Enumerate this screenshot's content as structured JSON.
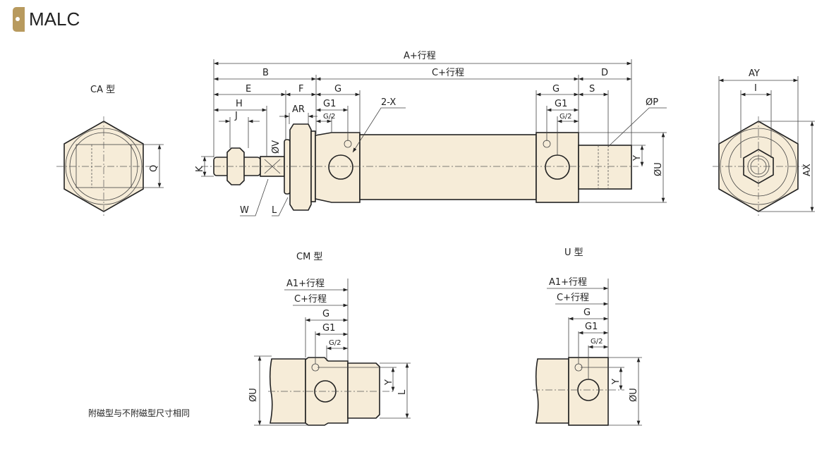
{
  "header": {
    "title": "MALC"
  },
  "views": {
    "ca": {
      "label": "CA 型",
      "q": "Q"
    },
    "main": {
      "a": "A+行程",
      "b": "B",
      "c": "C+行程",
      "d": "D",
      "e": "E",
      "f": "F",
      "g": "G",
      "g_right": "G",
      "s": "S",
      "h": "H",
      "j": "J",
      "g1": "G1",
      "g1_right": "G1",
      "g2": "G/2",
      "g2_right": "G/2",
      "ar": "AR",
      "v": "ØV",
      "k": "K",
      "x": "2-X",
      "p": "ØP",
      "y": "Y",
      "u": "ØU",
      "w": "W",
      "l": "L"
    },
    "end": {
      "ay": "AY",
      "i": "I",
      "ax": "AX"
    },
    "cm": {
      "label": "CM 型",
      "a1": "A1+行程",
      "c": "C+行程",
      "g": "G",
      "g1": "G1",
      "g2": "G/2",
      "u": "ØU",
      "y": "Y",
      "l": "L"
    },
    "u": {
      "label": "U 型",
      "a1": "A1+行程",
      "c": "C+行程",
      "g": "G",
      "g1": "G1",
      "g2": "G/2",
      "u": "ØU",
      "y": "Y"
    }
  },
  "note": "附磁型与不附磁型尺寸相同"
}
